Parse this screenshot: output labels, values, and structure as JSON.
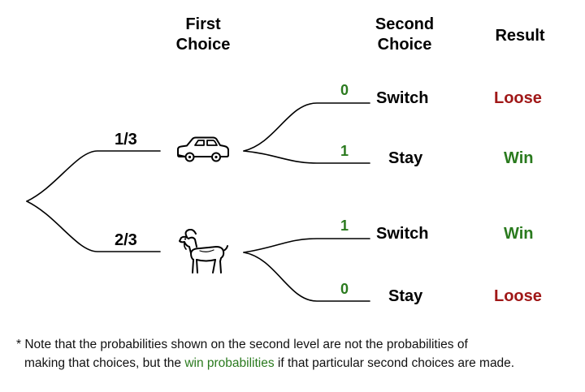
{
  "colors": {
    "accent_green": "#2a7a1e",
    "loose_red": "#a01818",
    "line": "#000000"
  },
  "headers": {
    "first_choice": "First\nChoice",
    "second_choice": "Second\nChoice",
    "result": "Result"
  },
  "first_level": [
    {
      "probability": "1/3",
      "icon": "car-icon"
    },
    {
      "probability": "2/3",
      "icon": "goat-icon"
    }
  ],
  "second_level": [
    {
      "probability": "0",
      "choice": "Switch",
      "result": "Loose"
    },
    {
      "probability": "1",
      "choice": "Stay",
      "result": "Win"
    },
    {
      "probability": "1",
      "choice": "Switch",
      "result": "Win"
    },
    {
      "probability": "0",
      "choice": "Stay",
      "result": "Loose"
    }
  ],
  "note": {
    "line1": "* Note that the probabilities shown on the second level are not the probabilities of",
    "line2_before": "making that choices, but the ",
    "line2_highlight": "win probabilities",
    "line2_after": " if that particular second choices are made."
  }
}
